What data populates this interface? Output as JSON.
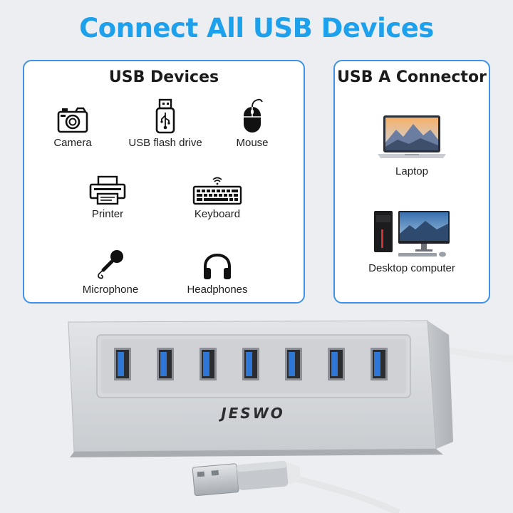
{
  "headline": "Connect All USB Devices",
  "colors": {
    "accent": "#1da1ec",
    "panel_border": "#3f92e8",
    "port_blue": "#2f77d6"
  },
  "usb_devices": {
    "title": "USB Devices",
    "items": [
      {
        "label": "Camera",
        "icon": "camera-icon"
      },
      {
        "label": "USB flash drive",
        "icon": "usb-flash-drive-icon"
      },
      {
        "label": "Mouse",
        "icon": "mouse-icon"
      },
      {
        "label": "Printer",
        "icon": "printer-icon"
      },
      {
        "label": "Keyboard",
        "icon": "keyboard-icon"
      },
      {
        "label": "Microphone",
        "icon": "microphone-icon"
      },
      {
        "label": "Headphones",
        "icon": "headphones-icon"
      }
    ]
  },
  "usb_a_connector": {
    "title": "USB A Connector",
    "items": [
      {
        "label": "Laptop",
        "icon": "laptop-icon"
      },
      {
        "label": "Desktop computer",
        "icon": "desktop-computer-icon"
      }
    ]
  },
  "hub": {
    "brand": "JESWO",
    "port_count": 7
  }
}
